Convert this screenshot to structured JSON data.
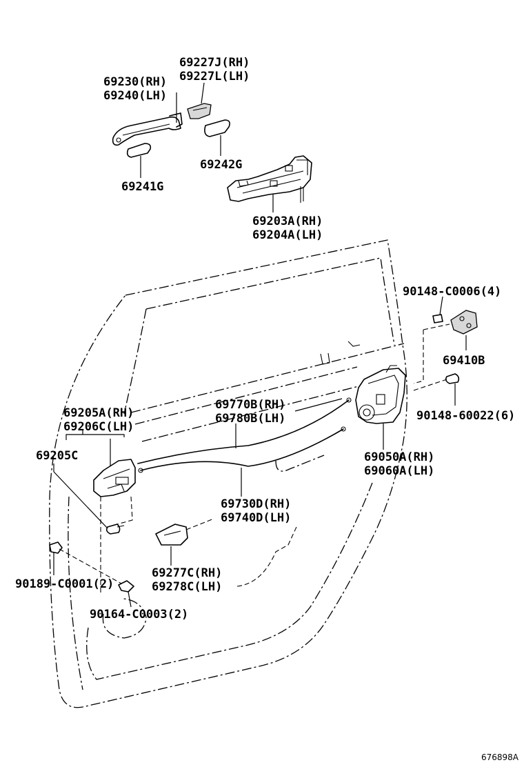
{
  "labels": {
    "p69227J": "69227J(RH)",
    "p69227L": "69227L(LH)",
    "p69230": "69230(RH)",
    "p69240": "69240(LH)",
    "p69242G": "69242G",
    "p69241G": "69241G",
    "p69203A": "69203A(RH)",
    "p69204A": "69204A(LH)",
    "p90148_C0006": "90148-C0006(4)",
    "p69410B": "69410B",
    "p90148_60022": "90148-60022(6)",
    "p69205A": "69205A(RH)",
    "p69206C": "69206C(LH)",
    "p69205C": "69205C",
    "p69770B": "69770B(RH)",
    "p69780B": "69780B(LH)",
    "p69050A": "69050A(RH)",
    "p69060A": "69060A(LH)",
    "p69730D": "69730D(RH)",
    "p69740D": "69740D(LH)",
    "p69277C": "69277C(RH)",
    "p69278C": "69278C(LH)",
    "p90189_C0001": "90189-C0001(2)",
    "p90164_C0003": "90164-C0003(2)",
    "figure_code": "676898A"
  }
}
